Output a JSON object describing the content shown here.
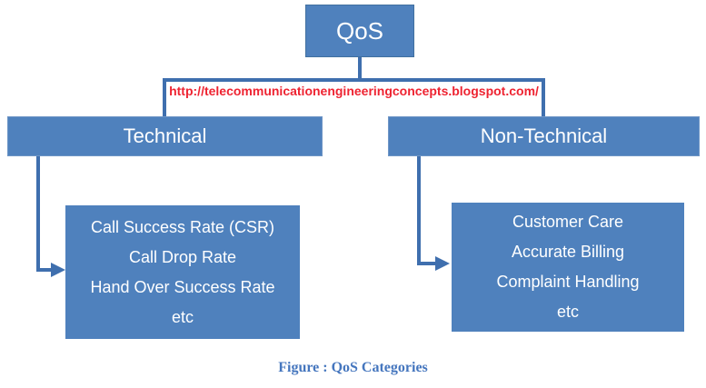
{
  "diagram": {
    "root": {
      "label": "QoS"
    },
    "watermark_url": "http://telecommunicationengineeringconcepts.blogspot.com/",
    "branches": [
      {
        "label": "Technical",
        "items": [
          "Call Success Rate (CSR)",
          "Call Drop Rate",
          "Hand Over Success Rate",
          "etc"
        ]
      },
      {
        "label": "Non-Technical",
        "items": [
          "Customer Care",
          "Accurate Billing",
          "Complaint Handling",
          "etc"
        ]
      }
    ],
    "caption": "Figure : QoS Categories"
  },
  "colors": {
    "box_fill": "#4f81bd",
    "box_text": "#ffffff",
    "connector": "#3f6fae",
    "watermark_red": "#ee2331",
    "caption_blue": "#4576be",
    "background": "#ffffff"
  }
}
